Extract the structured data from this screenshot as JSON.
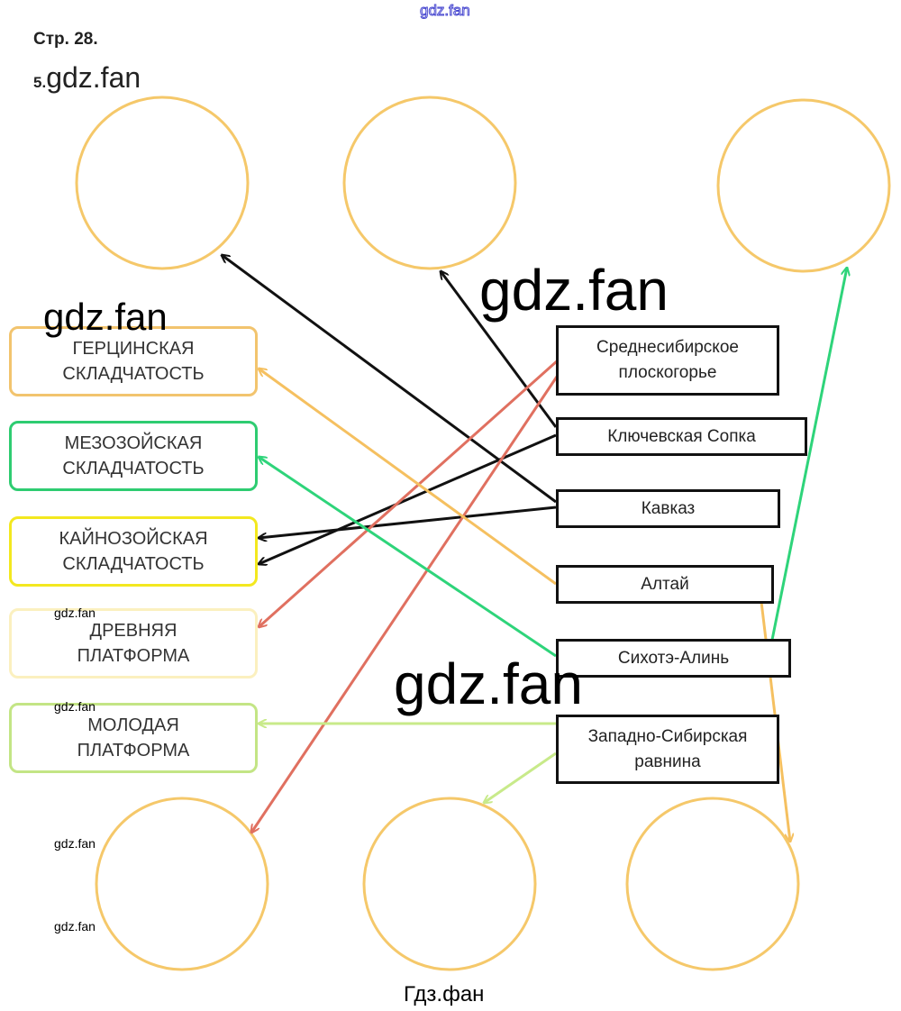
{
  "header": {
    "page": "Стр. 28.",
    "task_number": "5."
  },
  "watermarks": {
    "top": "gdz.fan",
    "title": "gdz.fan",
    "large1": "gdz.fan",
    "large2": "gdz.fan",
    "large3": "gdz.fan",
    "small1": "gdz.fan",
    "small2": "gdz.fan",
    "small3": "gdz.fan",
    "small4": "gdz.fan",
    "footer": "Гдз.фан"
  },
  "left_boxes": [
    {
      "line1": "ГЕРЦИНСКАЯ",
      "line2": "СКЛАДЧАТОСТЬ",
      "color": "#f2c46e"
    },
    {
      "line1": "МЕЗОЗОЙСКАЯ",
      "line2": "СКЛАДЧАТОСТЬ",
      "color": "#2ecc71"
    },
    {
      "line1": "КАЙНОЗОЙСКАЯ",
      "line2": "СКЛАДЧАТОСТЬ",
      "color": "#f3e81f"
    },
    {
      "line1": "ДРЕВНЯЯ",
      "line2": "ПЛАТФОРМА",
      "color": "#fbf0bf"
    },
    {
      "line1": "МОЛОДАЯ",
      "line2": "ПЛАТФОРМА",
      "color": "#c3e585"
    }
  ],
  "right_boxes": [
    {
      "line1": "Среднесибирское",
      "line2": "плоскогорье"
    },
    {
      "line1": "Ключевская Сопка"
    },
    {
      "line1": "Кавказ"
    },
    {
      "line1": "Алтай"
    },
    {
      "line1": "Сихотэ-Алинь"
    },
    {
      "line1": "Западно-Сибирская",
      "line2": "равнина"
    }
  ],
  "colors": {
    "circle": "#f5c86a",
    "black": "#111111",
    "red": "#e07060",
    "orange": "#f5c060",
    "green": "#2ed47a",
    "lightgreen": "#c8ea8a"
  }
}
